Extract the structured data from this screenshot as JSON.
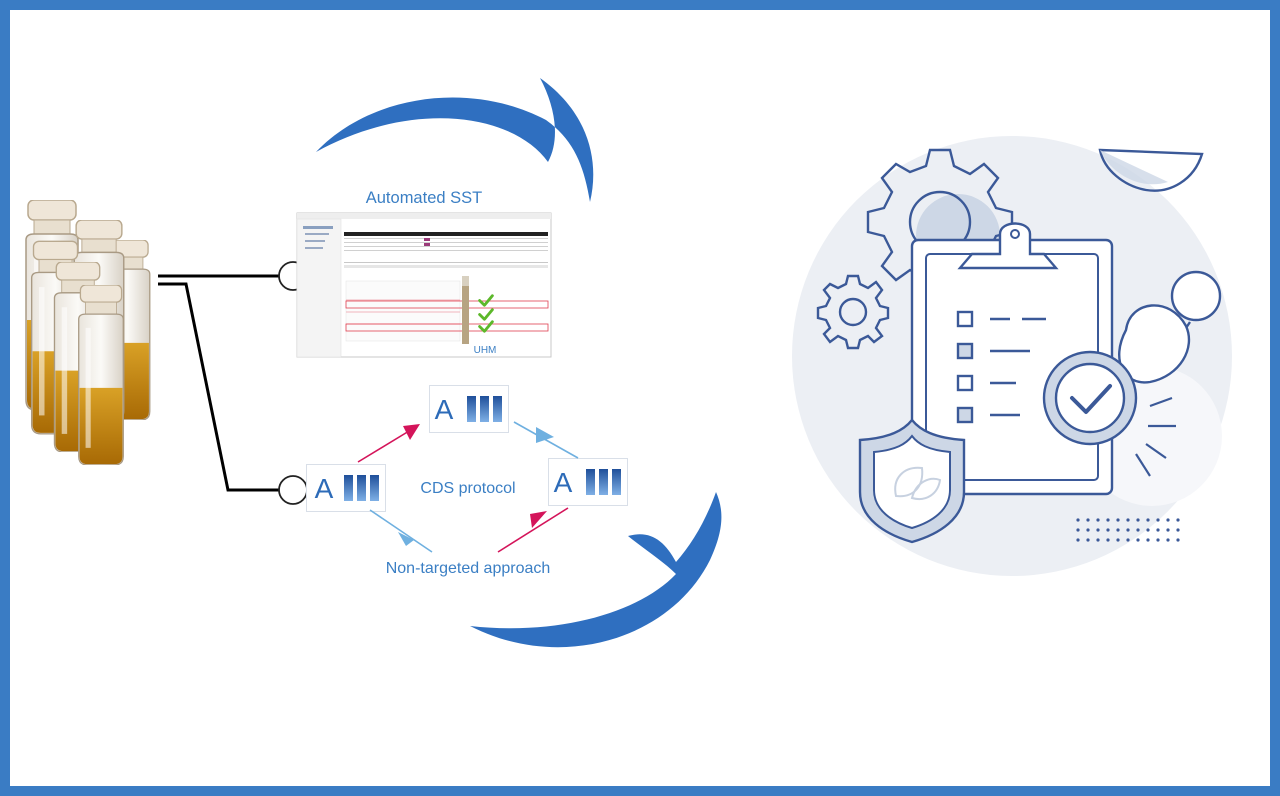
{
  "labels": {
    "automated_sst": "Automated SST",
    "uhm": "UHM",
    "cds_protocol": "CDS protocol",
    "non_targeted": "Non-targeted approach",
    "badge_letter": "A"
  },
  "colors": {
    "frame": "#3a7cc4",
    "swoosh": "#2f6fc0",
    "text_blue": "#3b7fc4",
    "magenta_arrow": "#d4145a",
    "light_blue_arrow": "#6fb0e0",
    "icon_outline": "#3b5998",
    "vial_liquid": "#c58a12"
  },
  "icons": [
    "sample-vials-icon",
    "software-screenshot-icon",
    "cds-badge-icon",
    "gear-icon",
    "clipboard-checklist-icon",
    "stamp-icon",
    "shield-leaf-icon"
  ]
}
